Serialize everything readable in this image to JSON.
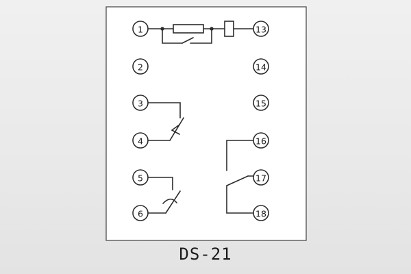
{
  "title": "DS-21",
  "terminals": {
    "left": [
      "1",
      "2",
      "3",
      "4",
      "5",
      "6"
    ],
    "right": [
      "13",
      "14",
      "15",
      "16",
      "17",
      "18"
    ]
  },
  "components": {
    "top_branch": [
      "resistor",
      "capacitor",
      "bridging-contact"
    ],
    "left_contacts": [
      "contact-3-4",
      "contact-5-6"
    ],
    "right_contact": "changeover-contact-16-17-18"
  },
  "colors": {
    "background": "#ececec",
    "panel": "#ffffff",
    "line": "#2b2b2b",
    "label": "#1a1a1a"
  }
}
